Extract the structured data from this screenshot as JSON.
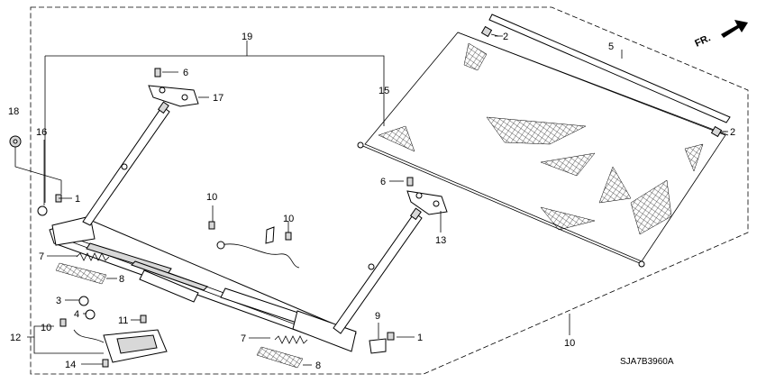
{
  "diagram": {
    "part_code": "SJA7B3960A",
    "direction_label": "FR.",
    "callouts": [
      {
        "id": "c1a",
        "text": "1"
      },
      {
        "id": "c1b",
        "text": "1"
      },
      {
        "id": "c2a",
        "text": "2"
      },
      {
        "id": "c2b",
        "text": "2"
      },
      {
        "id": "c3",
        "text": "3"
      },
      {
        "id": "c4",
        "text": "4"
      },
      {
        "id": "c5",
        "text": "5"
      },
      {
        "id": "c6a",
        "text": "6"
      },
      {
        "id": "c6b",
        "text": "6"
      },
      {
        "id": "c7a",
        "text": "7"
      },
      {
        "id": "c7b",
        "text": "7"
      },
      {
        "id": "c8a",
        "text": "8"
      },
      {
        "id": "c8b",
        "text": "8"
      },
      {
        "id": "c9",
        "text": "9"
      },
      {
        "id": "c10a",
        "text": "10"
      },
      {
        "id": "c10b",
        "text": "10"
      },
      {
        "id": "c10c",
        "text": "10"
      },
      {
        "id": "c10d",
        "text": "10"
      },
      {
        "id": "c11",
        "text": "11"
      },
      {
        "id": "c12",
        "text": "12"
      },
      {
        "id": "c13",
        "text": "13"
      },
      {
        "id": "c14",
        "text": "14"
      },
      {
        "id": "c15",
        "text": "15"
      },
      {
        "id": "c16",
        "text": "16"
      },
      {
        "id": "c17",
        "text": "17"
      },
      {
        "id": "c18",
        "text": "18"
      },
      {
        "id": "c19",
        "text": "19"
      }
    ]
  }
}
